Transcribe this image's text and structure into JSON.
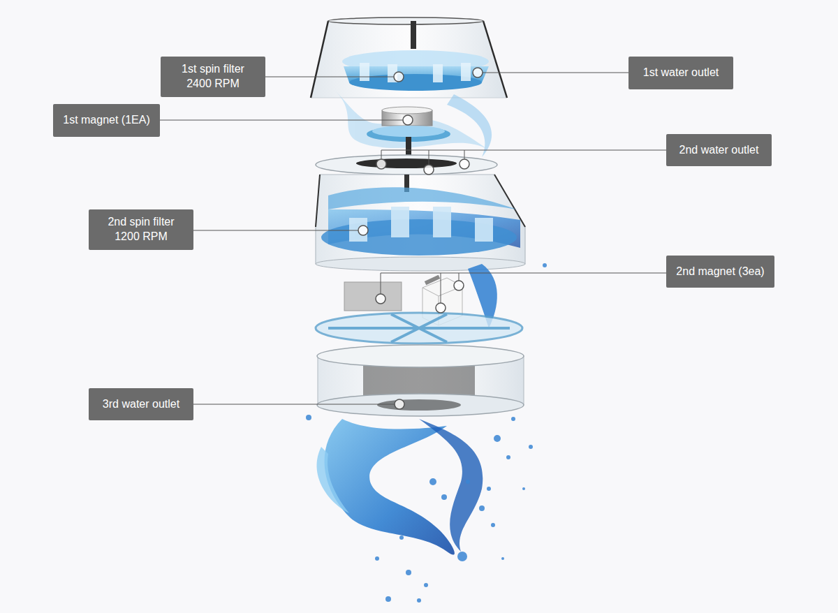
{
  "diagram": {
    "nodes": [
      {
        "text": [
          "1st spin filter 2400 RPM"
        ]
      },
      {
        "text": [
          "1st water outlet"
        ]
      },
      {
        "text": [
          "1st magnet (1EA)"
        ]
      },
      {
        "text": [
          "2nd water outlet"
        ]
      },
      {
        "text": [
          "2nd spin filter 1200 RPM"
        ]
      },
      {
        "text": [
          "2nd magnet (3ea)"
        ]
      },
      {
        "text": [
          "3rd water outlet"
        ]
      }
    ]
  }
}
